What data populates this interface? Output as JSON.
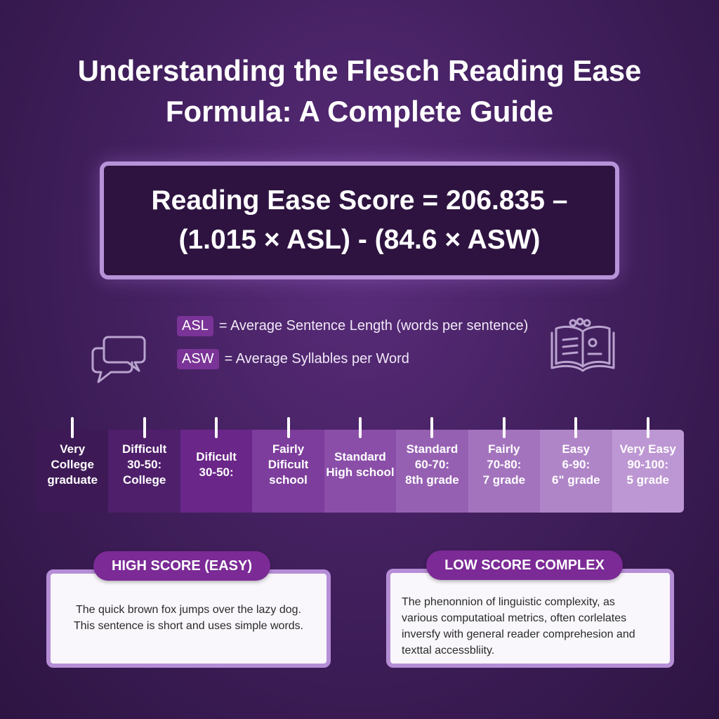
{
  "header": {
    "title_line1": "Understanding the Flesch Reading Ease",
    "title_line2": "Formula: A Complete Guide"
  },
  "formula": {
    "line1": "Reading Ease Score  = 206.835 –",
    "line2": "(1.015 × ASL) - (84.6 × ASW)"
  },
  "definitions": [
    {
      "abbr": "ASL",
      "text": "= Average Sentence Length (words per sentence)"
    },
    {
      "abbr": "ASW",
      "text": "= Average Syllables per Word"
    }
  ],
  "icons": {
    "left": "chat-bubbles-icon",
    "right": "open-book-icon"
  },
  "scale": {
    "segments": [
      {
        "lines": [
          "Very",
          "College",
          "graduate"
        ],
        "color": "#3d1a55"
      },
      {
        "lines": [
          "Difficult",
          "30-50:",
          "College"
        ],
        "color": "#4f1f6b"
      },
      {
        "lines": [
          "Dificult",
          "30-50:"
        ],
        "color": "#6a2688"
      },
      {
        "lines": [
          "Fairly",
          "Dificult",
          "school"
        ],
        "color": "#7d3d9c"
      },
      {
        "lines": [
          "Standard",
          "High school"
        ],
        "color": "#8a4ea8"
      },
      {
        "lines": [
          "Standard",
          "60-70:",
          "8th grade"
        ],
        "color": "#9660b2"
      },
      {
        "lines": [
          "Fairly",
          "70-80:",
          "7 grade"
        ],
        "color": "#a373bd"
      },
      {
        "lines": [
          "Easy",
          "6-90:",
          "6\" grade"
        ],
        "color": "#b085c8"
      },
      {
        "lines": [
          "Very Easy",
          "90-100:",
          "5 grade"
        ],
        "color": "#bd97d3"
      }
    ]
  },
  "high_score": {
    "label": "HIGH SCORE (EASY)",
    "text_line1": "The quick brown fox jumps over the lazy dog.",
    "text_line2": "This sentence is short and uses simple words."
  },
  "low_score": {
    "label": "LOW SCORE COMPLEX",
    "text_line1": "The phenonnion of linguistic complexity, as",
    "text_line2": "various computatioal metrics, often corlelates",
    "text_line3": "inversfy with general reader comprehesion and",
    "text_line4": "texttal accessbliity."
  }
}
